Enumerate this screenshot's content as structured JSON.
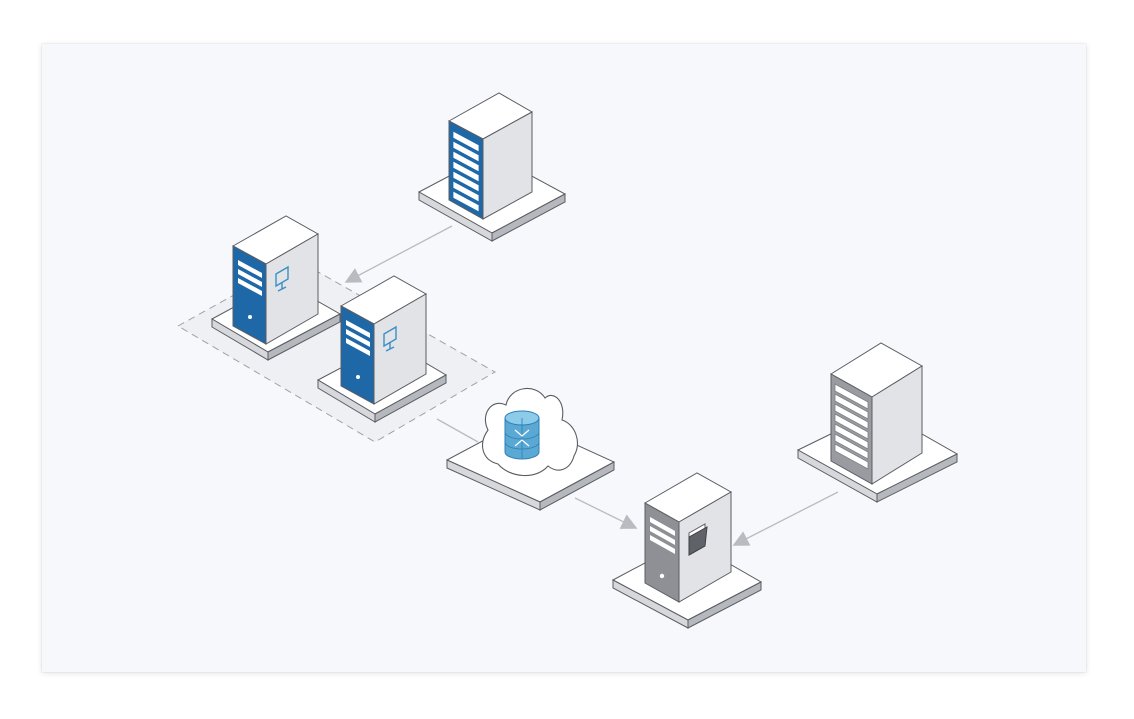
{
  "diagram": {
    "nodes": [
      {
        "id": "rack-server-top",
        "kind": "rack-server",
        "color": "#1f68a8"
      },
      {
        "id": "tower-server-1",
        "kind": "tower-server",
        "color": "#1f68a8",
        "icon": "monitor-icon"
      },
      {
        "id": "tower-server-2",
        "kind": "tower-server",
        "color": "#1f68a8",
        "icon": "monitor-icon"
      },
      {
        "id": "cloud-database",
        "kind": "cloud-database",
        "color": "#5aa9d4"
      },
      {
        "id": "file-server",
        "kind": "tower-server",
        "color": "#8e9096",
        "icon": "folder-icon"
      },
      {
        "id": "rack-server-right",
        "kind": "rack-server",
        "color": "#9a9ba0"
      }
    ],
    "edges": [
      {
        "from": "rack-server-top",
        "to": "tower-server-2",
        "arrow": true
      },
      {
        "from": "tower-server-2",
        "to": "cloud-database",
        "arrow": false
      },
      {
        "from": "cloud-database",
        "to": "file-server",
        "arrow": true
      },
      {
        "from": "rack-server-right",
        "to": "file-server",
        "arrow": true
      }
    ],
    "groups": [
      {
        "id": "tower-server-cluster",
        "members": [
          "tower-server-1",
          "tower-server-2"
        ],
        "style": "dashed"
      }
    ],
    "colors": {
      "background": "#f7f8fb",
      "accent_blue": "#1f68a8",
      "cloud_blue": "#5aa9d4",
      "neutral_gray": "#8e9096",
      "connector": "#b4b6bb"
    }
  }
}
